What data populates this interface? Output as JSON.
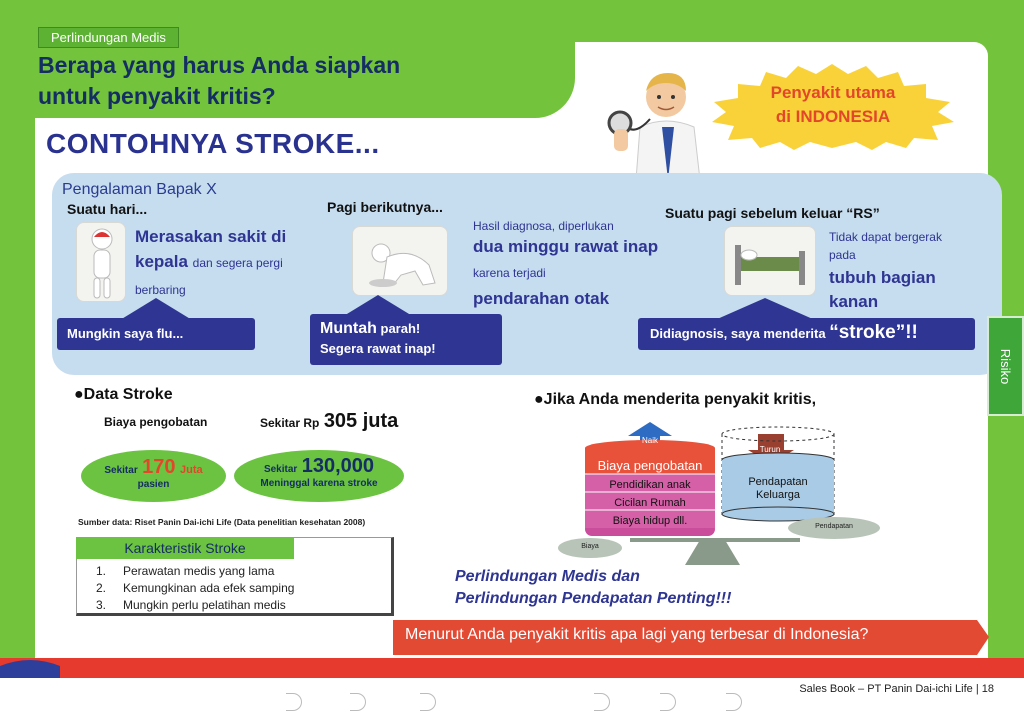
{
  "topic_tag": "Perlindungan Medis",
  "headline": "Berapa yang harus Anda siapkan untuk penyakit kritis?",
  "main_title": "CONTOHNYA STROKE...",
  "burst": {
    "line1": "Penyakit utama",
    "line2": "di INDONESIA"
  },
  "story": {
    "intro": "Pengalaman Bapak X",
    "step1": {
      "heading": "Suatu hari...",
      "text_bold": "Merasakan sakit di kepala",
      "text_small": "dan segera pergi berbaring",
      "callout": "Mungkin saya flu..."
    },
    "step2": {
      "heading": "Pagi berikutnya...",
      "text_small1": "Hasil diagnosa, diperlukan",
      "text_bold1": "dua minggu rawat inap",
      "text_small2": "karena terjadi",
      "text_bold2": "pendarahan otak",
      "callout_bold": "Muntah",
      "callout_small": "parah!",
      "callout_line2": "Segera rawat inap!"
    },
    "step3": {
      "heading": "Suatu pagi sebelum keluar “RS”",
      "text_small": "Tidak dapat bergerak pada",
      "text_bold": "tubuh bagian kanan",
      "callout_small": "Didiagnosis, saya menderita",
      "callout_big": "“stroke”!!"
    }
  },
  "data_stroke": {
    "heading": "●Data Stroke",
    "cost_label": "Biaya pengobatan",
    "cost_prefix": "Sekitar Rp",
    "cost_value": "305 juta",
    "oval1_prefix": "Sekitar",
    "oval1_value": "170",
    "oval1_unit": "Juta",
    "oval1_sub": "pasien",
    "oval2_prefix": "Sekitar",
    "oval2_value": "130,000",
    "oval2_sub": "Meninggal karena stroke",
    "source": "Sumber data: Riset Panin Dai-ichi Life (Data penelitian kesehatan 2008)"
  },
  "karakteristik": {
    "title": "Karakteristik Stroke",
    "items": [
      {
        "num": "1.",
        "text": "Perawatan medis yang lama"
      },
      {
        "num": "2.",
        "text": "Kemungkinan ada efek samping"
      },
      {
        "num": "3.",
        "text": "Mungkin perlu pelatihan medis"
      }
    ]
  },
  "critical": {
    "heading": "●Jika Anda menderita penyakit kritis,",
    "naik": "Naik",
    "turun": "Turun",
    "left_layers": [
      "Biaya pengobatan",
      "Pendidikan anak",
      "Cicilan Rumah",
      "Biaya hidup dll."
    ],
    "right_label": "Pendapatan Keluarga",
    "biaya_tag": "Biaya",
    "pendapatan_tag": "Pendapatan",
    "message_line1": "Perlindungan Medis dan",
    "message_line2": "Perlindungan Pendapatan Penting!!!"
  },
  "question": "Menurut Anda penyakit kritis apa lagi yang terbesar di Indonesia?",
  "side_tab": "Risiko",
  "footer": "Sales Book – PT Panin Dai-ichi Life | 18",
  "colors": {
    "green": "#74c33c",
    "navy": "#2e3592",
    "red": "#e2472a",
    "panel_blue": "#c6dcef"
  }
}
